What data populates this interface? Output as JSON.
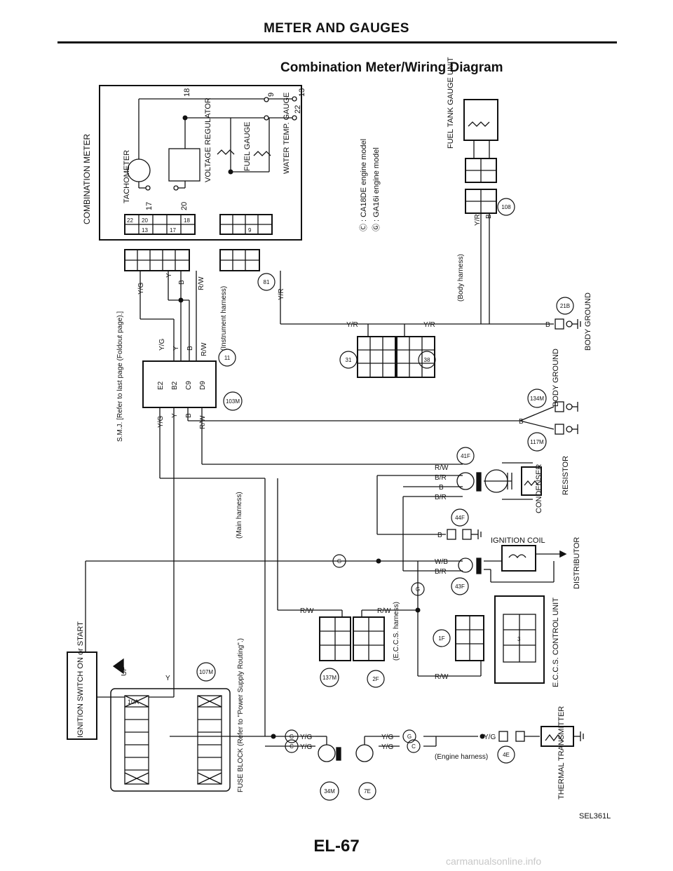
{
  "page": {
    "header": "METER AND GAUGES",
    "subtitle": "Combination Meter/Wiring Diagram",
    "footer": "EL-67",
    "code": "SEL361L",
    "watermark": "carmanualsonline.info"
  },
  "labels": {
    "combination_meter": "COMBINATION METER",
    "tachometer": "TACHOMETER",
    "voltage_regulator": "VOLTAGE REGULATOR",
    "fuel_gauge": "FUEL GAUGE",
    "water_temp_gauge": "WATER TEMP. GAUGE",
    "pin_13": "13",
    "pin_18": "18",
    "pin_9": "9",
    "pin_22": "22",
    "pin_17": "17",
    "pin_20": "20",
    "legend_c": "Ⓒ : CA18DE engine model",
    "legend_g": "Ⓖ : GA16i engine model",
    "fuel_tank_unit": "FUEL TANK GAUGE UNIT",
    "body_harness": "(Body harness)",
    "instrument_harness": "(Instrument harness)",
    "smj": "S.M.J. [Refer to last page (Foldout page).]",
    "body_ground": "BODY GROUND",
    "body_ground_2": "BODY GROUND",
    "main_harness": "(Main harness)",
    "condenser": "CONDENSER",
    "resistor": "RESISTOR",
    "ignition_coil": "IGNITION COIL",
    "distributor": "DISTRIBUTOR",
    "eccs_control_unit": "E.C.C.S. CONTROL UNIT",
    "eccs_harness": "(E.C.C.S. harness)",
    "ignition_switch": "IGNITION SWITCH ON or START",
    "up": "UP",
    "fuse_10a": "10A",
    "fuse_block": "FUSE BLOCK (Refer to \"Power Supply Routing\".)",
    "engine_harness": "(Engine harness)",
    "thermal_transmitter": "THERMAL TRANSMITTER"
  },
  "wires": {
    "yg": "Y/G",
    "y": "Y",
    "b": "B",
    "rw": "R/W",
    "yr": "Y/R",
    "br": "B/R",
    "wb": "W/B",
    "e2": "E2",
    "b2": "B2",
    "c9": "C9",
    "d9": "D9"
  },
  "connectors": {
    "c11": "11",
    "c81": "81",
    "c31": "31",
    "c38": "38",
    "c108": "108",
    "c21b": "21B",
    "c103m": "103M",
    "c134m": "134M",
    "c117m": "117M",
    "c41f": "41F",
    "c44f": "44F",
    "c43f": "43F",
    "c1f": "1F",
    "c2f": "2F",
    "c137m": "137M",
    "c107m": "107M",
    "c34m": "34M",
    "c7e": "7E",
    "c4e": "4E",
    "g": "G",
    "c": "C"
  },
  "pins": {
    "p22": "22",
    "p20": "20",
    "p17": "17",
    "p18": "18",
    "p13": "13",
    "p9": "9",
    "p3": "3"
  }
}
